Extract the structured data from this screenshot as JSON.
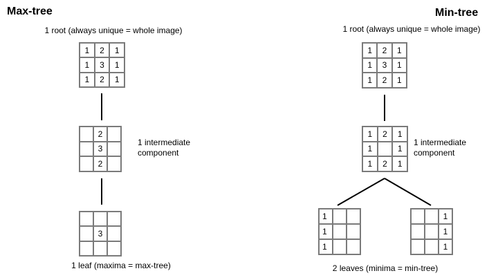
{
  "max_tree": {
    "title": "Max-tree",
    "root_caption": "1 root (always unique = whole image)",
    "root_cells": [
      "1",
      "2",
      "1",
      "1",
      "3",
      "1",
      "1",
      "2",
      "1"
    ],
    "intermediate_caption_line1": "1 intermediate",
    "intermediate_caption_line2": "component",
    "intermediate_cells": [
      "",
      "2",
      "",
      "",
      "3",
      "",
      "",
      "2",
      ""
    ],
    "leaf_caption": "1 leaf (maxima = max-tree)",
    "leaf_cells": [
      "",
      "",
      "",
      "",
      "3",
      "",
      "",
      "",
      ""
    ]
  },
  "min_tree": {
    "title": "Min-tree",
    "root_caption": "1 root (always unique = whole image)",
    "root_cells": [
      "1",
      "2",
      "1",
      "1",
      "3",
      "1",
      "1",
      "2",
      "1"
    ],
    "intermediate_caption_line1": "1 intermediate",
    "intermediate_caption_line2": "component",
    "intermediate_cells": [
      "1",
      "2",
      "1",
      "1",
      "",
      "1",
      "1",
      "2",
      "1"
    ],
    "leaves_caption": "2 leaves (minima = min-tree)",
    "leaf_left_cells": [
      "1",
      "",
      "",
      "1",
      "",
      "",
      "1",
      "",
      ""
    ],
    "leaf_right_cells": [
      "",
      "",
      "1",
      "",
      "",
      "1",
      "",
      "",
      "1"
    ]
  }
}
